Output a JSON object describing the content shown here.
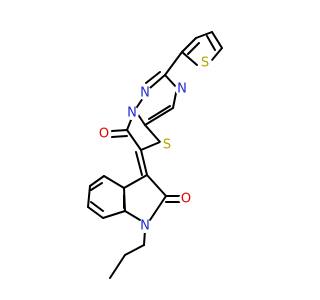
{
  "atoms": {
    "S_thiophene": {
      "symbol": "S",
      "color": "#B5A300"
    },
    "N_triazole_a": {
      "symbol": "N",
      "color": "#1F2BD6"
    },
    "N_triazole_b": {
      "symbol": "N",
      "color": "#1F2BD6"
    },
    "N_triazole_c": {
      "symbol": "N",
      "color": "#1F2BD6"
    },
    "O_ketone": {
      "symbol": "O",
      "color": "#E00000"
    },
    "S_thiazole": {
      "symbol": "S",
      "color": "#B5A300"
    },
    "O_lactam": {
      "symbol": "O",
      "color": "#E00000"
    },
    "N_indole": {
      "symbol": "N",
      "color": "#1F2BD6"
    }
  },
  "colors": {
    "bond": "#000000",
    "background": "#ffffff"
  }
}
